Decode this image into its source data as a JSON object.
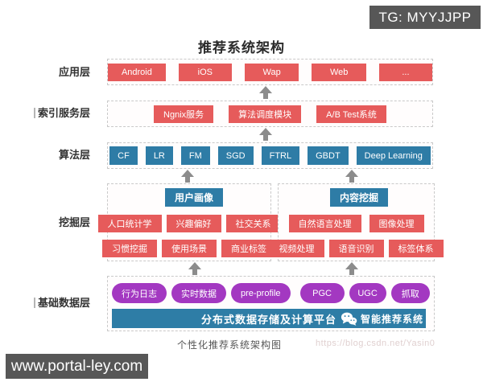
{
  "title": "推荐系统架构",
  "caption": "个性化推荐系统架构图",
  "watermarks": {
    "top_right": "TG: MYYJJPP",
    "bottom_left": "www.portal-ley.com",
    "caption_url": "https://blog.csdn.net/Yasin0"
  },
  "colors": {
    "box_red": "#e65b5b",
    "box_blue": "#2e7ca6",
    "pill_purple": "#a338c1",
    "arrow_gray": "#8c8c8c",
    "badge_gray": "#575757"
  },
  "layers": {
    "application": {
      "label": "应用层",
      "boxes": [
        "Android",
        "iOS",
        "Wap",
        "Web",
        "..."
      ]
    },
    "index_service": {
      "label": "索引服务层",
      "boxes": [
        "Ngnix服务",
        "算法调度模块",
        "A/B Test系统"
      ]
    },
    "algorithm": {
      "label": "算法层",
      "boxes": [
        "CF",
        "LR",
        "FM",
        "SGD",
        "FTRL",
        "GBDT",
        "Deep Learning"
      ]
    },
    "mining": {
      "label": "挖掘层",
      "groups": [
        {
          "title": "用户画像",
          "rows": [
            [
              "人口统计学",
              "兴趣偏好",
              "社交关系"
            ],
            [
              "习惯挖掘",
              "使用场景",
              "商业标签"
            ]
          ]
        },
        {
          "title": "内容挖掘",
          "rows": [
            [
              "自然语言处理",
              "图像处理"
            ],
            [
              "视频处理",
              "语音识别",
              "标签体系"
            ]
          ]
        }
      ]
    },
    "base_data": {
      "label": "基础数据层",
      "pills_left": [
        "行为日志",
        "实时数据",
        "pre-profile"
      ],
      "pills_right": [
        "PGC",
        "UGC",
        "抓取"
      ],
      "platform": "分布式数据存储及计算平台",
      "brand": "智能推荐系统"
    }
  }
}
